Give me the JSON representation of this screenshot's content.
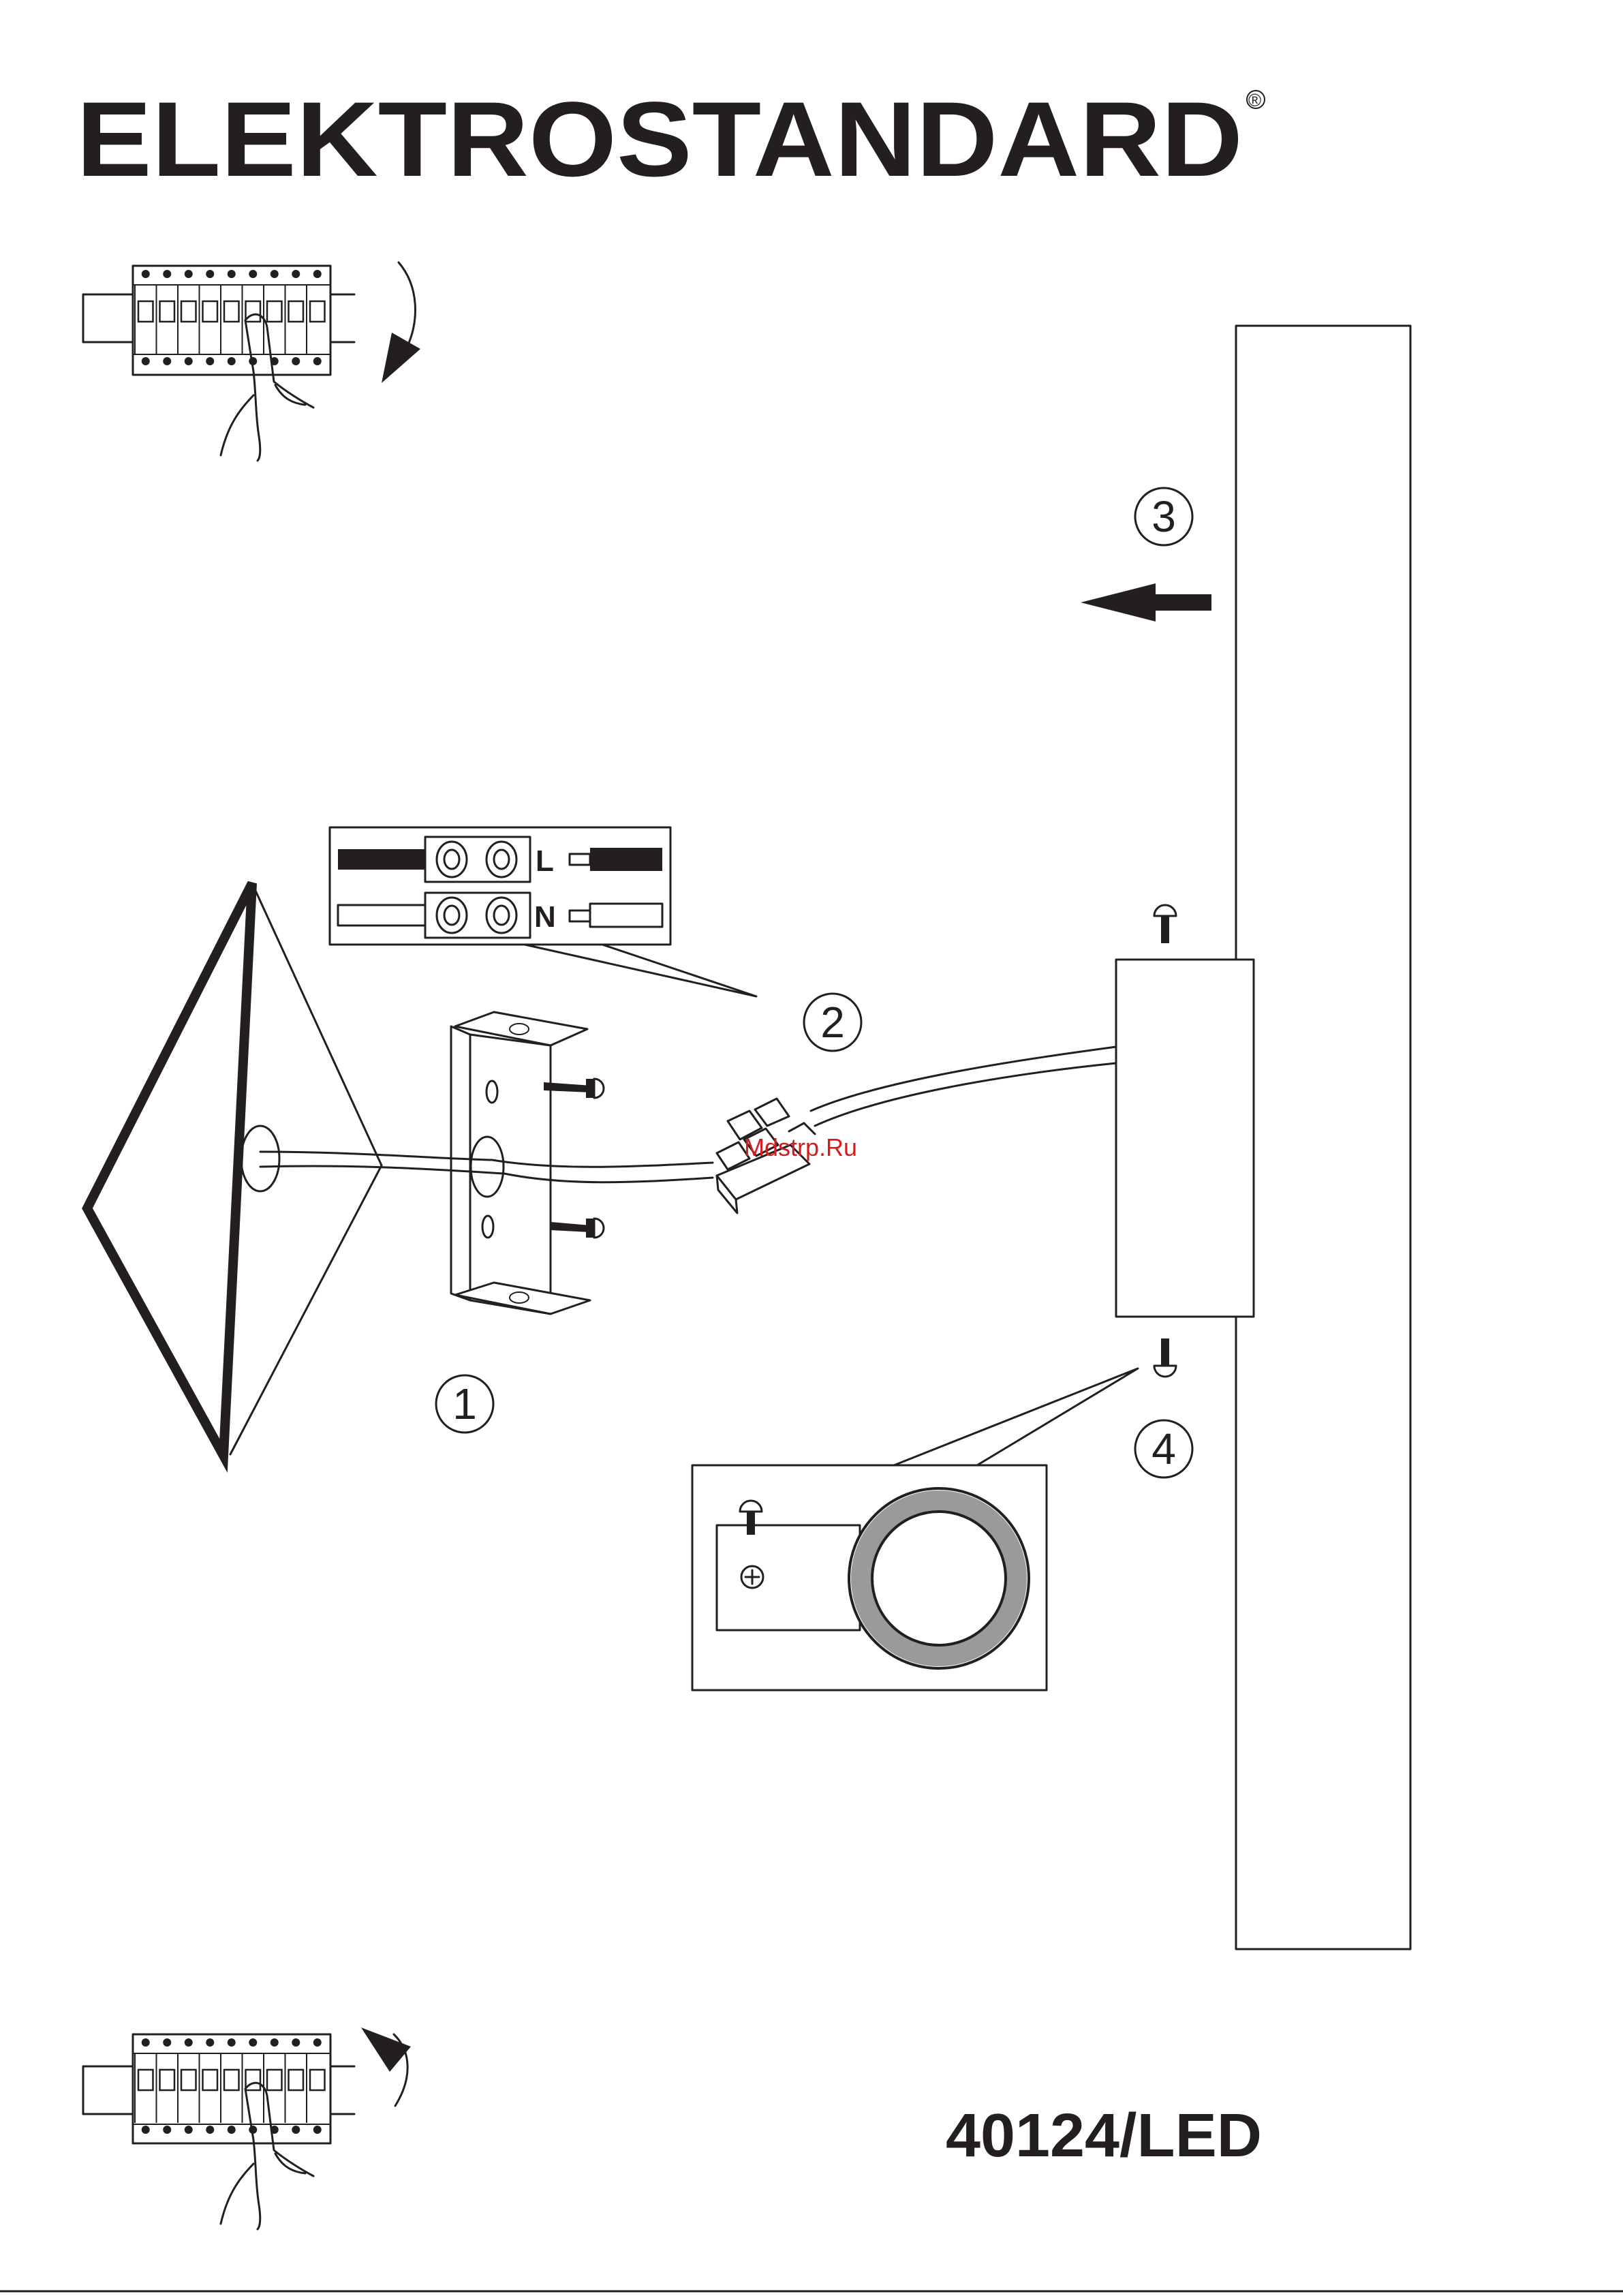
{
  "header": {
    "brand": "ELEKTROSTANDARD",
    "registered_mark": "®"
  },
  "steps": {
    "one": "1",
    "two": "2",
    "three": "3",
    "four": "4"
  },
  "terminal": {
    "live": "L",
    "neutral": "N"
  },
  "watermark": "Mdstrp.Ru",
  "footer": {
    "model": "40124/LED"
  },
  "colors": {
    "ink": "#231f20",
    "paper": "#ffffff",
    "watermark": "#d41e1e",
    "ring_grey": "#9a9a9a"
  },
  "icons": [
    "breaker-off-icon",
    "breaker-on-icon",
    "arrow-left-icon",
    "screw-icon",
    "terminal-block-icon",
    "mounting-bracket-icon"
  ]
}
